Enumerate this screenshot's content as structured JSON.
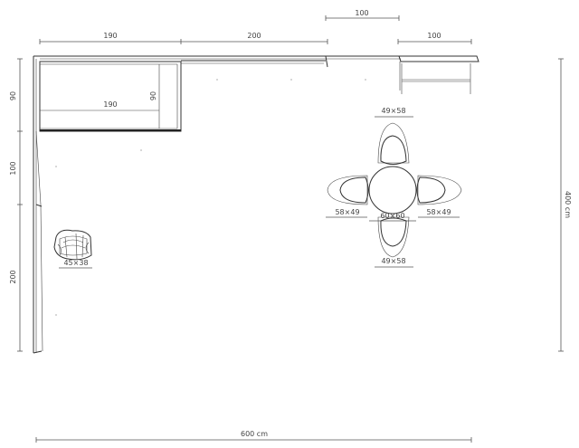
{
  "dimensions": {
    "top_left_width": "190",
    "top_middle_width": "200",
    "top_upper_width": "100",
    "top_right_width": "100",
    "inner_counter_width": "190",
    "inner_counter_depth": "90",
    "left_segment_top": "90",
    "left_segment_middle": "100",
    "left_segment_bottom": "200",
    "total_width": "600 cm",
    "total_height": "400 cm"
  },
  "furniture": {
    "armchair_size": "45×38",
    "chair_top_size": "49×58",
    "chair_bottom_size": "49×58",
    "chair_left_size": "58×49",
    "chair_right_size": "58×49",
    "table_size": "60×60"
  },
  "colors": {
    "line": "#333333",
    "text": "#444444",
    "background": "#ffffff"
  }
}
